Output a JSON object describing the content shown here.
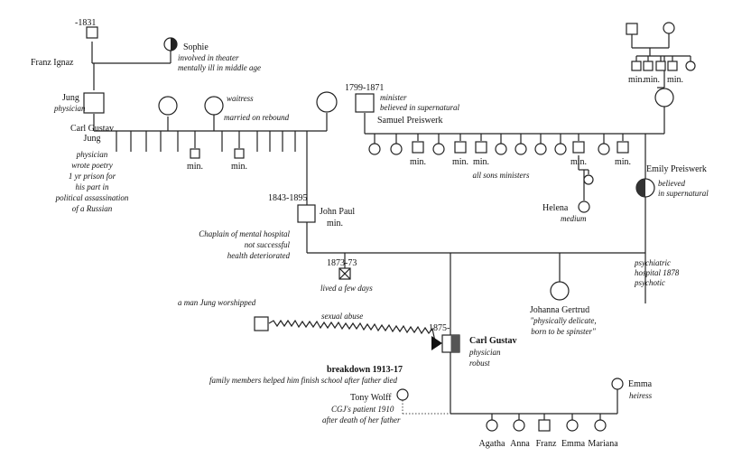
{
  "franz_ignaz": {
    "dates": "-1831",
    "name": "Franz Ignaz"
  },
  "sophie": {
    "name": "Sophie",
    "note1": "involved in theater",
    "note2": "mentally ill in middle age"
  },
  "jung_sr": {
    "name": "Jung",
    "note": "physician"
  },
  "waitress": {
    "note": "waitress"
  },
  "rebound": {
    "note": "married on rebound"
  },
  "carl_gustav_sr": {
    "name1": "Carl Gustav",
    "name2": "Jung",
    "notes": [
      "physician",
      "wrote poetry",
      "1 yr prison for",
      "his part in",
      "political assassination",
      "of a Russian"
    ]
  },
  "min": "min.",
  "samuel": {
    "dates": "1799-1871",
    "note1": "minister",
    "note2": "believed in supernatural",
    "name": "Samuel Preiswerk"
  },
  "all_sons": "all sons ministers",
  "helena": {
    "name": "Helena",
    "note": "medium"
  },
  "emily": {
    "name": "Emily Preiswerk",
    "note1": "believed",
    "note2": "in supernatural",
    "note3": "psychiatric",
    "note4": "hospital 1878",
    "note5": "psychotic"
  },
  "john_paul": {
    "dates": "1843-1895",
    "name": "John Paul",
    "min": "min.",
    "notes": [
      "Chaplain of mental hospital",
      "not successful",
      "health deteriorated"
    ]
  },
  "infant": {
    "dates": "1873-73",
    "note": "lived a few days"
  },
  "johanna": {
    "name": "Johanna Gertrud",
    "note1": "\"physically delicate,",
    "note2": "born to be spinster\""
  },
  "worshipped": {
    "note": "a man Jung worshipped"
  },
  "abuse": {
    "note": "sexual abuse"
  },
  "cgj": {
    "dates": "1875-",
    "name": "Carl Gustav",
    "note1": "physician",
    "note2": "robust"
  },
  "breakdown": {
    "title": "breakdown 1913-17",
    "note": "family members helped him finish school after father died"
  },
  "tony": {
    "name": "Tony Wolff",
    "note1": "CGJ's patient 1910",
    "note2": "after death of her father"
  },
  "emma_wife": {
    "name": "Emma",
    "note": "heiress"
  },
  "children": [
    "Agatha",
    "Anna",
    "Franz",
    "Emma",
    "Mariana"
  ]
}
